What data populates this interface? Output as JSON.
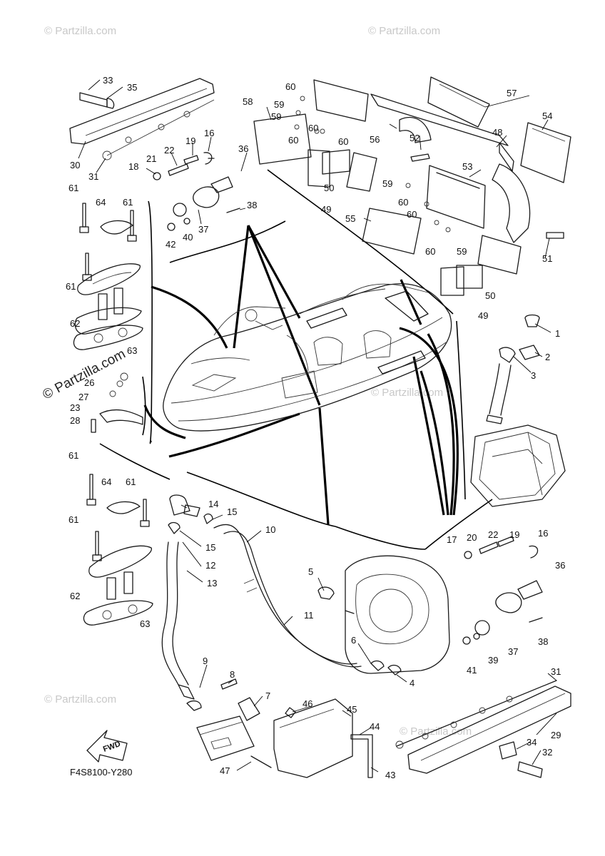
{
  "diagram_code": "F4S8100-Y280",
  "fwd_label": "FWD",
  "watermarks": {
    "brand": "© Partzilla.com",
    "brand_large": "© Partzilla.com"
  },
  "callouts": {
    "c1": "1",
    "c2": "2",
    "c3": "3",
    "c4": "4",
    "c5": "5",
    "c6": "6",
    "c7": "7",
    "c8": "8",
    "c9": "9",
    "c10": "10",
    "c11": "11",
    "c12": "12",
    "c13": "13",
    "c14": "14",
    "c15": "15",
    "c16": "16",
    "c17": "17",
    "c18": "18",
    "c19": "19",
    "c20": "20",
    "c21": "21",
    "c22": "22",
    "c23": "23",
    "c26": "26",
    "c27": "27",
    "c28": "28",
    "c29": "29",
    "c30": "30",
    "c31": "31",
    "c32": "32",
    "c33": "33",
    "c34": "34",
    "c35": "35",
    "c36": "36",
    "c37": "37",
    "c38": "38",
    "c39": "39",
    "c40": "40",
    "c41": "41",
    "c42": "42",
    "c43": "43",
    "c44": "44",
    "c45": "45",
    "c46": "46",
    "c47": "47",
    "c48": "48",
    "c49": "49",
    "c50": "50",
    "c51": "51",
    "c52": "52",
    "c53": "53",
    "c54": "54",
    "c55": "55",
    "c56": "56",
    "c57": "57",
    "c58": "58",
    "c59": "59",
    "c60": "60",
    "c61": "61",
    "c62": "62",
    "c63": "63",
    "c64": "64"
  }
}
